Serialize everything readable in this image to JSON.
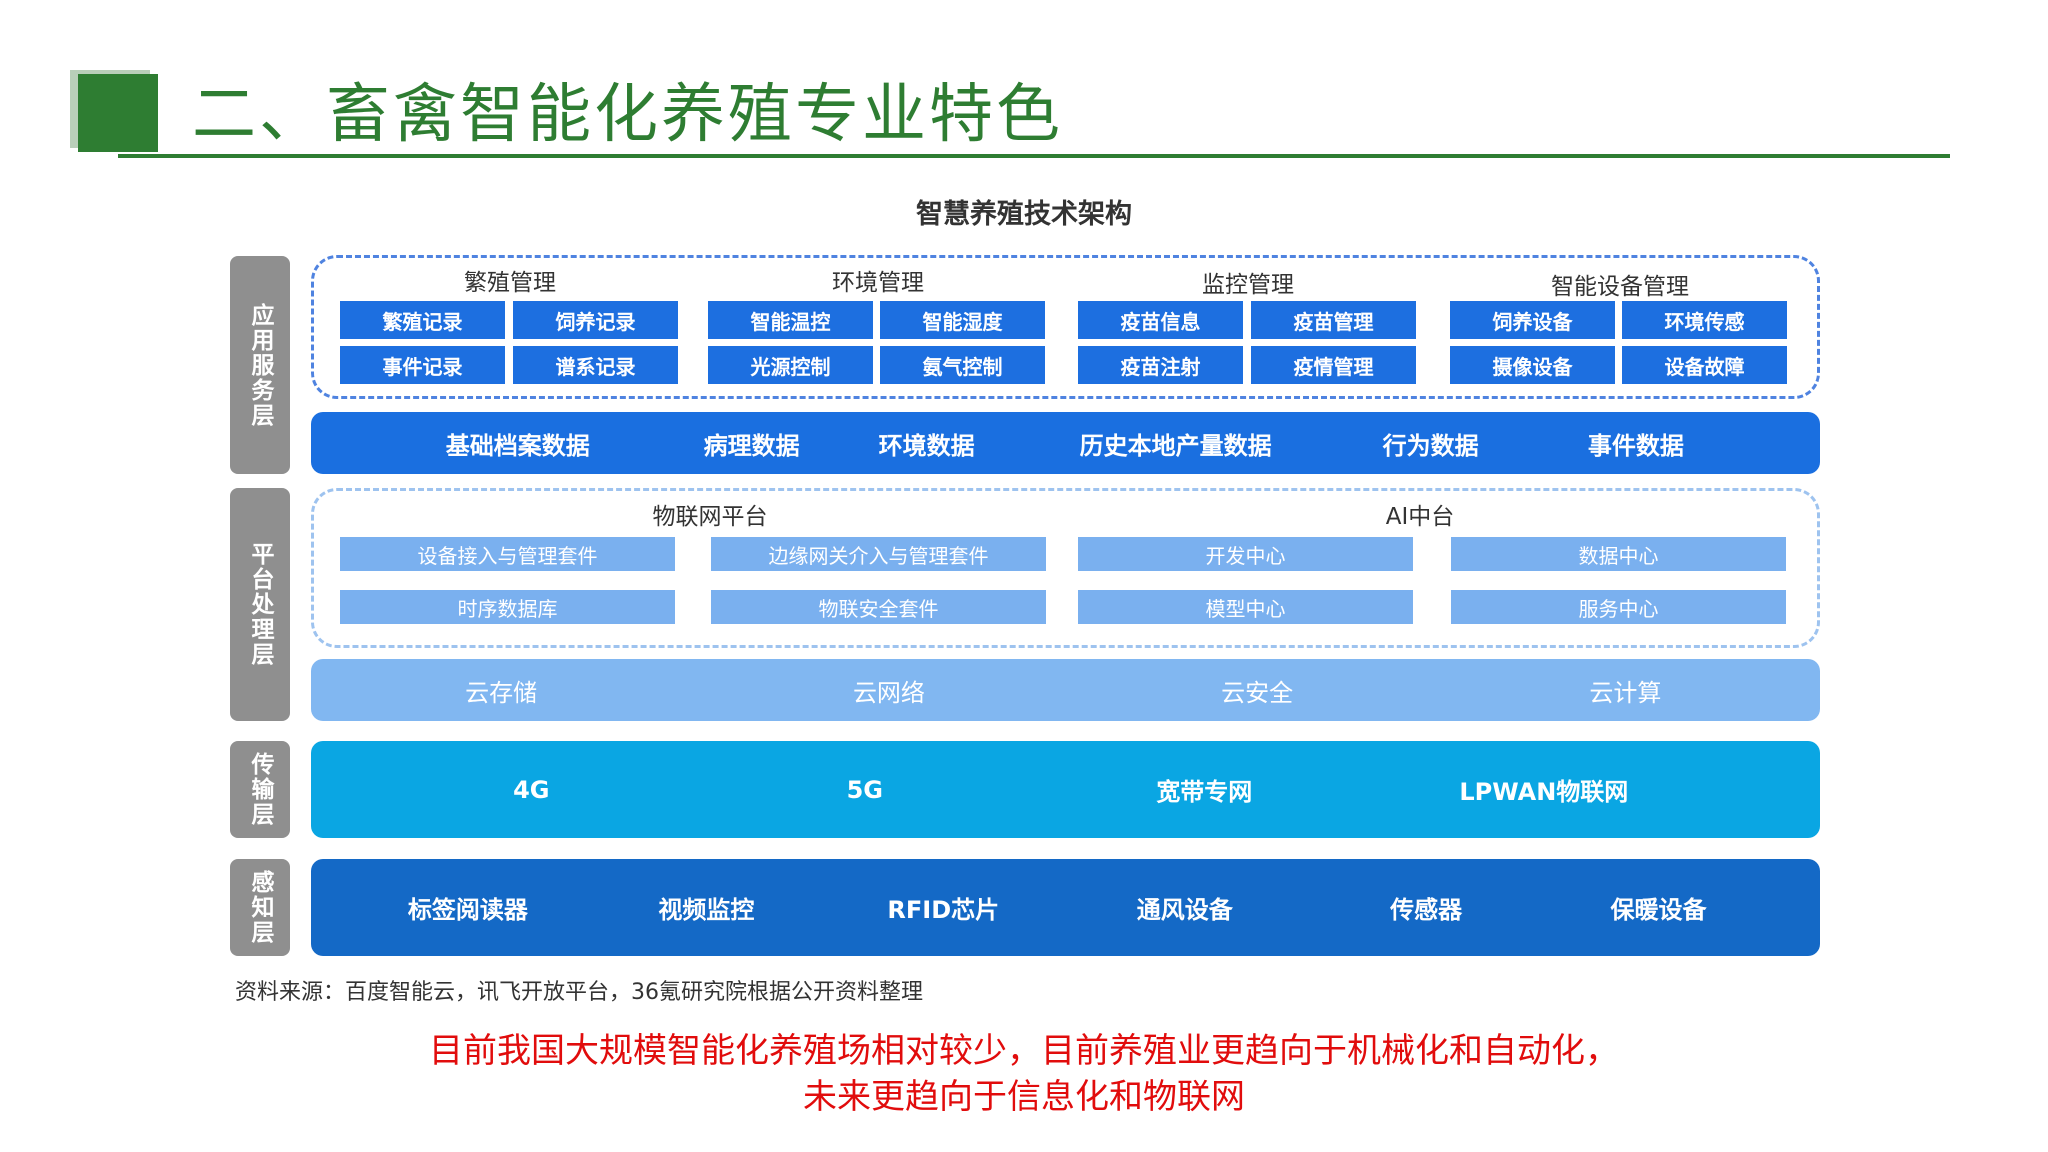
{
  "title": "二、畜禽智能化养殖专业特色",
  "diagram_title": "智慧养殖技术架构",
  "layers": {
    "application": "应用服务层",
    "platform": "平台处理层",
    "transmission": "传输层",
    "perception": "感知层"
  },
  "app_groups": [
    {
      "title": "繁殖管理",
      "items": [
        "繁殖记录",
        "饲养记录",
        "事件记录",
        "谱系记录"
      ]
    },
    {
      "title": "环境管理",
      "items": [
        "智能温控",
        "智能湿度",
        "光源控制",
        "氨气控制"
      ]
    },
    {
      "title": "监控管理",
      "items": [
        "疫苗信息",
        "疫苗管理",
        "疫苗注射",
        "疫情管理"
      ]
    },
    {
      "title": "智能设备管理",
      "items": [
        "饲养设备",
        "环境传感",
        "摄像设备",
        "设备故障"
      ]
    }
  ],
  "data_bar": [
    "基础档案数据",
    "病理数据",
    "环境数据",
    "历史本地产量数据",
    "行为数据",
    "事件数据"
  ],
  "platform_groups": [
    {
      "title": "物联网平台",
      "items": [
        "设备接入与管理套件",
        "边缘网关介入与管理套件",
        "时序数据库",
        "物联安全套件"
      ]
    },
    {
      "title": "AI中台",
      "items": [
        "开发中心",
        "数据中心",
        "模型中心",
        "服务中心"
      ]
    }
  ],
  "cloud_bar": [
    "云存储",
    "云网络",
    "云安全",
    "云计算"
  ],
  "transmission_bar": [
    "4G",
    "5G",
    "宽带专网",
    "LPWAN物联网"
  ],
  "perception_bar": [
    "标签阅读器",
    "视频监控",
    "RFID芯片",
    "通风设备",
    "传感器",
    "保暖设备"
  ],
  "source": "资料来源：百度智能云，讯飞开放平台，36氪研究院根据公开资料整理",
  "note": {
    "line1": "目前我国大规模智能化养殖场相对较少，目前养殖业更趋向于机械化和自动化，",
    "line2": "未来更趋向于信息化和物联网"
  },
  "colors": {
    "title_green": "#2e7d32",
    "app_blue": "#1d6fe0",
    "platform_light_blue": "#7ab0ef",
    "transmission_cyan": "#0aa6e3",
    "perception_blue": "#1469c6",
    "note_red": "#e10c0c"
  }
}
